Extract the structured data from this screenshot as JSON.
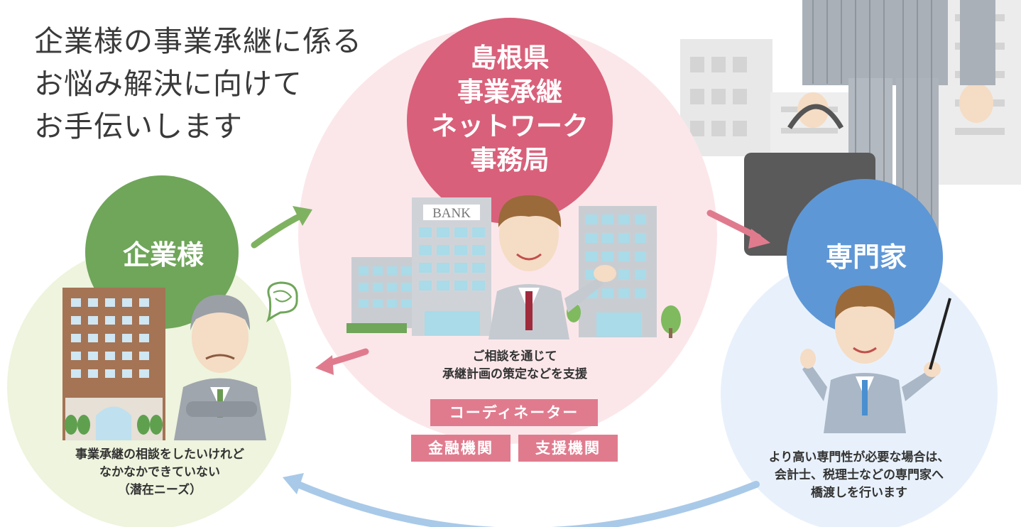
{
  "headline": {
    "line1": "企業様の事業承継に係る",
    "line2": "お悩み解決に向けて",
    "line3": "お手伝いします"
  },
  "company": {
    "label": "企業様",
    "caption1": "事業承継の相談をしたいけれど",
    "caption2": "なかなかできていない",
    "caption3": "（潜在ニーズ）"
  },
  "network": {
    "title1": "島根県",
    "title2": "事業承継",
    "title3": "ネットワーク",
    "title4": "事務局",
    "bank_sign": "BANK",
    "caption1": "ご相談を通じて",
    "caption2": "承継計画の策定などを支援",
    "tag_coordinator": "コーディネーター",
    "tag_financial": "金融機関",
    "tag_support": "支援機関"
  },
  "expert": {
    "label": "専門家",
    "caption1": "より高い専門性が必要な場合は、",
    "caption2": "会計士、税理士などの専門家へ",
    "caption3": "橋渡しを行います"
  },
  "colors": {
    "pink": "#d9607a",
    "pink_light": "#fbe7ea",
    "green": "#6fa65a",
    "green_light": "#eef4dd",
    "blue": "#5e97d6",
    "blue_light": "#e6f0fb",
    "tag": "#e07b8e"
  }
}
